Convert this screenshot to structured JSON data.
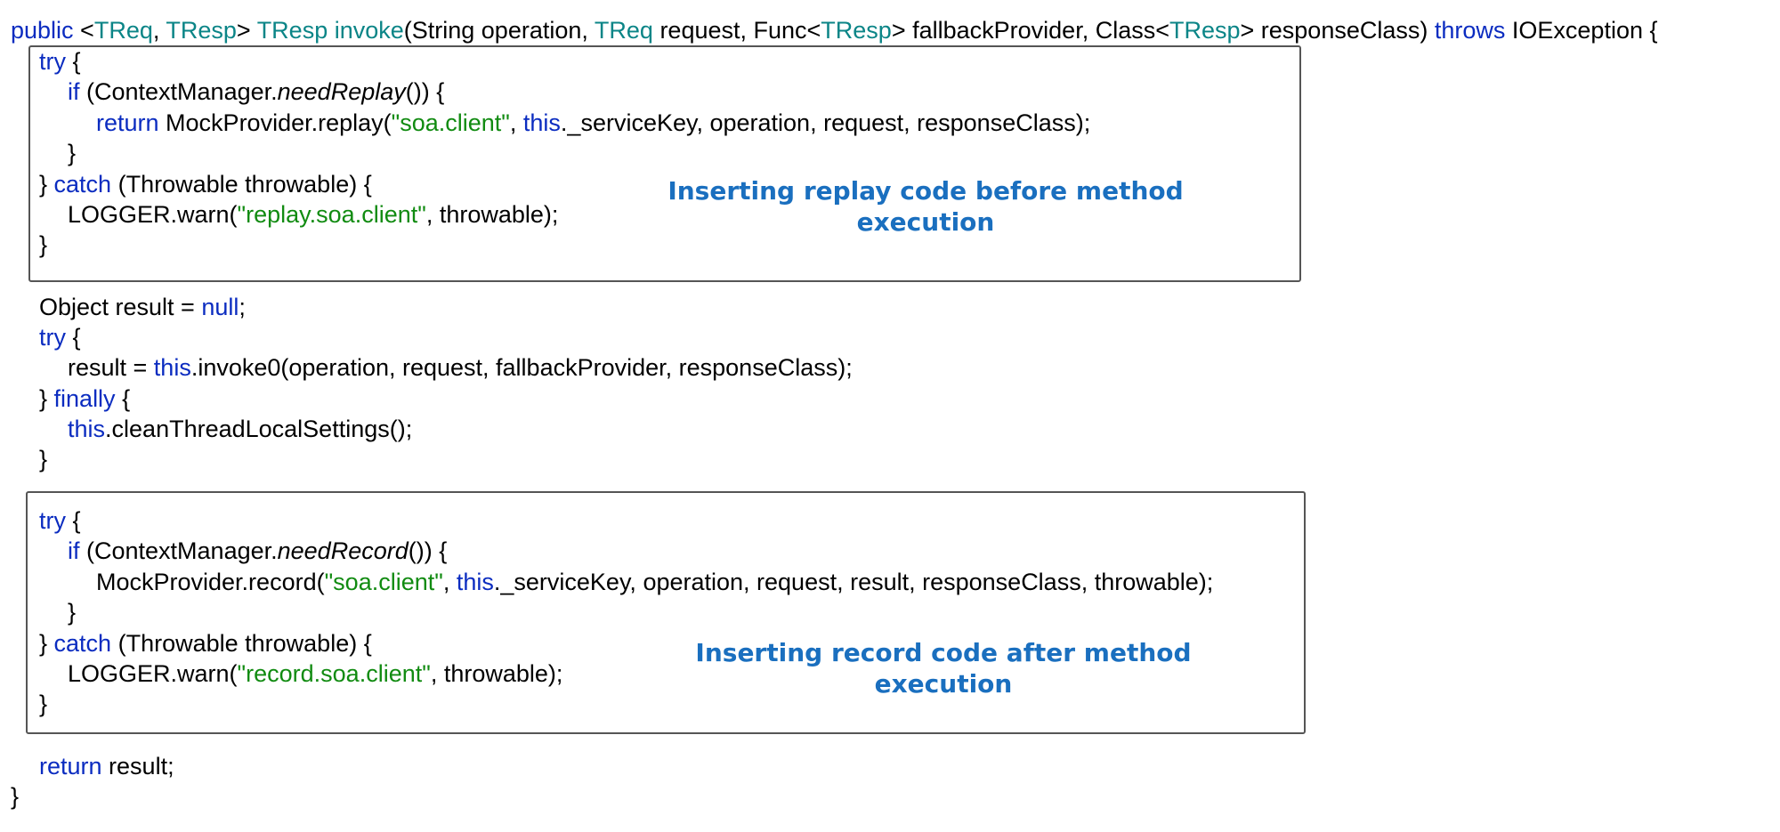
{
  "code": {
    "lines": [
      [
        [
          "kw",
          "public"
        ],
        [
          "pl",
          " <"
        ],
        [
          "ty",
          "TReq"
        ],
        [
          "pl",
          ", "
        ],
        [
          "ty",
          "TResp"
        ],
        [
          "pl",
          "> "
        ],
        [
          "ty",
          "TResp invoke"
        ],
        [
          "pl",
          "(String operation, "
        ],
        [
          "ty",
          "TReq"
        ],
        [
          "pl",
          " request, Func<"
        ],
        [
          "ty",
          "TResp"
        ],
        [
          "pl",
          "> fallbackProvider, Class<"
        ],
        [
          "ty",
          "TResp"
        ],
        [
          "pl",
          "> responseClass) "
        ],
        [
          "kw",
          "throws"
        ],
        [
          "pl",
          " IOException {"
        ]
      ],
      [
        [
          "kw",
          "try"
        ],
        [
          "pl",
          " {"
        ]
      ],
      [
        [
          "kw",
          "if"
        ],
        [
          "pl",
          " (ContextManager."
        ],
        [
          "it",
          "needReplay"
        ],
        [
          "pl",
          "()) {"
        ]
      ],
      [
        [
          "kw",
          "return"
        ],
        [
          "pl",
          " MockProvider.replay("
        ],
        [
          "st",
          "\"soa.client\""
        ],
        [
          "pl",
          ", "
        ],
        [
          "kw",
          "this"
        ],
        [
          "pl",
          "._serviceKey, operation, request, responseClass);"
        ]
      ],
      [
        [
          "pl",
          "}"
        ]
      ],
      [
        [
          "pl",
          "} "
        ],
        [
          "kw",
          "catch"
        ],
        [
          "pl",
          " (Throwable throwable) {"
        ]
      ],
      [
        [
          "pl",
          "LOGGER.warn("
        ],
        [
          "st",
          "\"replay.soa.client\""
        ],
        [
          "pl",
          ", throwable);"
        ]
      ],
      [
        [
          "pl",
          "}"
        ]
      ],
      [
        [
          "pl",
          "Object result = "
        ],
        [
          "kw",
          "null"
        ],
        [
          "pl",
          ";"
        ]
      ],
      [
        [
          "kw",
          "try"
        ],
        [
          "pl",
          " {"
        ]
      ],
      [
        [
          "pl",
          "result = "
        ],
        [
          "kw",
          "this"
        ],
        [
          "pl",
          ".invoke0(operation, request, fallbackProvider, responseClass);"
        ]
      ],
      [
        [
          "pl",
          "} "
        ],
        [
          "kw",
          "finally"
        ],
        [
          "pl",
          " {"
        ]
      ],
      [
        [
          "kw",
          "this"
        ],
        [
          "pl",
          ".cleanThreadLocalSettings();"
        ]
      ],
      [
        [
          "pl",
          "}"
        ]
      ],
      [
        [
          "kw",
          "try"
        ],
        [
          "pl",
          " {"
        ]
      ],
      [
        [
          "kw",
          "if"
        ],
        [
          "pl",
          " (ContextManager."
        ],
        [
          "it",
          "needRecord"
        ],
        [
          "pl",
          "()) {"
        ]
      ],
      [
        [
          "pl",
          "MockProvider.record("
        ],
        [
          "st",
          "\"soa.client\""
        ],
        [
          "pl",
          ", "
        ],
        [
          "kw",
          "this"
        ],
        [
          "pl",
          "._serviceKey, operation, request, result, responseClass, throwable);"
        ]
      ],
      [
        [
          "pl",
          "}"
        ]
      ],
      [
        [
          "pl",
          "} "
        ],
        [
          "kw",
          "catch"
        ],
        [
          "pl",
          " (Throwable throwable) {"
        ]
      ],
      [
        [
          "pl",
          "LOGGER.warn("
        ],
        [
          "st",
          "\"record.soa.client\""
        ],
        [
          "pl",
          ", throwable);"
        ]
      ],
      [
        [
          "pl",
          "}"
        ]
      ],
      [
        [
          "kw",
          "return"
        ],
        [
          "pl",
          " result;"
        ]
      ],
      [
        [
          "pl",
          "}"
        ]
      ]
    ]
  },
  "annotations": {
    "replay": "Inserting replay code before method\nexecution",
    "record": "Inserting record code after method\nexecution"
  },
  "colors": {
    "keyword": "#0b2cc0",
    "type": "#0b8587",
    "string": "#118b11",
    "annotation": "#1a6fbf",
    "box_border": "#555555"
  }
}
